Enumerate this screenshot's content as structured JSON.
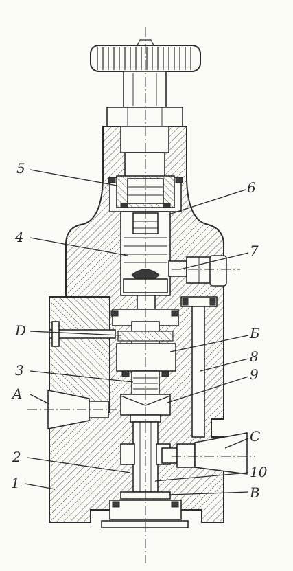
{
  "diagram": {
    "labels": [
      {
        "id": "5",
        "text": "5"
      },
      {
        "id": "6",
        "text": "6"
      },
      {
        "id": "4",
        "text": "4"
      },
      {
        "id": "7",
        "text": "7"
      },
      {
        "id": "D",
        "text": "D"
      },
      {
        "id": "B_cyr",
        "text": "Б"
      },
      {
        "id": "8",
        "text": "8"
      },
      {
        "id": "3",
        "text": "3"
      },
      {
        "id": "9",
        "text": "9"
      },
      {
        "id": "A",
        "text": "A"
      },
      {
        "id": "C",
        "text": "C"
      },
      {
        "id": "2",
        "text": "2"
      },
      {
        "id": "10",
        "text": "10"
      },
      {
        "id": "1",
        "text": "1"
      },
      {
        "id": "B",
        "text": "B"
      }
    ]
  }
}
